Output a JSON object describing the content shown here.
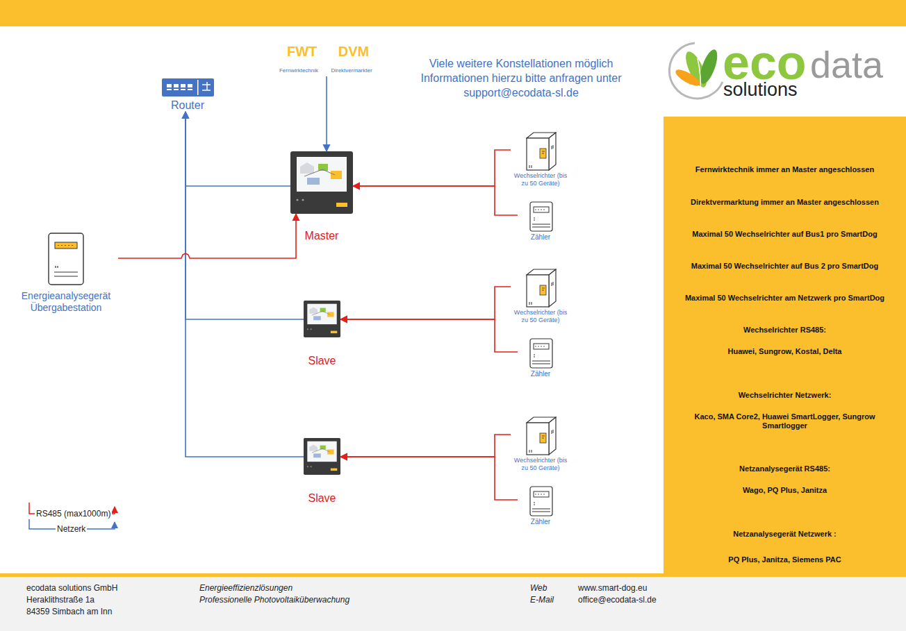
{
  "diagram": {
    "nodes": [
      {
        "text": [
          "Router"
        ]
      },
      {
        "text": [
          "FWT",
          "DVM",
          "Fernwirktechnik",
          "Direktvermarkter"
        ]
      },
      {
        "text": [
          "Master"
        ]
      },
      {
        "text": [
          "Wechselrichter (bis zu 50 Geräte)"
        ]
      },
      {
        "text": [
          "Zähler"
        ]
      },
      {
        "text": [
          "Energieanalysegerät Übergabestation"
        ]
      },
      {
        "text": [
          "Slave"
        ]
      },
      {
        "text": [
          "Wechselrichter (bis zu 50 Geräte)"
        ]
      },
      {
        "text": [
          "Zähler"
        ]
      },
      {
        "text": [
          "Slave"
        ]
      },
      {
        "text": [
          "Wechselrichter (bis zu 50 Geräte)"
        ]
      },
      {
        "text": [
          "Zähler"
        ]
      },
      {
        "text": [
          "Fernwirktechnik immer an Master angeschlossen",
          "Direktvermarktung immer an Master angeschlossen",
          "Maximal 50 Wechselrichter auf Bus1 pro SmartDog",
          "Maximal 50 Wechselrichter auf Bus 2 pro SmartDog",
          "Maximal 50 Wechselrichter am Netzwerk pro SmartDog",
          "Wechselrichter RS485:",
          "Huawei, Sungrow, Kostal, Delta",
          "Wechselrichter Netzwerk:",
          "Kaco, SMA Core2, Huawei SmartLogger, Sungrow Smartlogger",
          "Netzanalysegerät RS485:",
          "Wago, PQ Plus, Janitza",
          "Netzanalysegerät Netzwerk :",
          "PQ Plus, Janitza, Siemens PAC"
        ]
      }
    ],
    "edges": [
      {
        "from": 2,
        "to": 0,
        "arrow": "to"
      },
      {
        "from": 6,
        "to": 0,
        "arrow": "to"
      },
      {
        "from": 9,
        "to": 0,
        "arrow": "to"
      },
      {
        "from": 1,
        "to": 2,
        "arrow": "to"
      },
      {
        "from": 5,
        "to": 2,
        "arrow": "to"
      },
      {
        "from": 3,
        "to": 2,
        "arrow": "to"
      },
      {
        "from": 4,
        "to": 2,
        "arrow": "to"
      },
      {
        "from": 7,
        "to": 6,
        "arrow": "to"
      },
      {
        "from": 8,
        "to": 6,
        "arrow": "to"
      },
      {
        "from": 10,
        "to": 9,
        "arrow": "to"
      },
      {
        "from": 11,
        "to": 9,
        "arrow": "to"
      }
    ],
    "labels": [
      "Viele weitere Konstellationen möglich Informationen hierzu bitte anfragen unter support@ecodata-sl.de",
      "eco",
      "data",
      "solutions",
      "ecodata solutions GmbH",
      "Heraklithstraße 1a",
      "84359 Simbach am Inn",
      "Energieeffizienzlösungen",
      "Professionelle Photovoltaiküberwachung",
      "Web",
      "www.smart-dog.eu",
      "E-Mail",
      "office@ecodata-sl.de"
    ],
    "legend": [
      {
        "text": "RS485 (max1000m)"
      },
      {
        "text": "Netzerk"
      }
    ]
  }
}
